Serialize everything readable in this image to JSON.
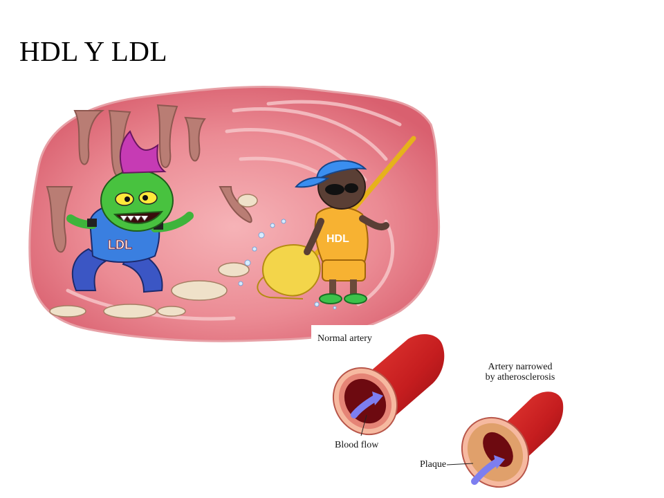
{
  "slide": {
    "title": "HDL Y LDL"
  },
  "cartoon": {
    "villain_badge": "LDL",
    "cleaner_badge": "HDL"
  },
  "diagram": {
    "normal_label": "Normal artery",
    "narrowed_label_line1": "Artery narrowed",
    "narrowed_label_line2": "by atherosclerosis",
    "flow_label": "Blood flow",
    "plaque_label": "Plaque"
  }
}
